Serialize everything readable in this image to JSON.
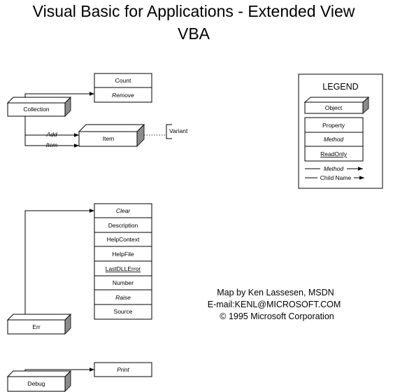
{
  "title_line1": "Visual Basic for Applications - Extended View",
  "title_line2": "VBA",
  "objects": {
    "collection": "Collection",
    "item": "Item",
    "err": "Err",
    "debug": "Debug"
  },
  "collection_members": {
    "count": "Count",
    "remove": "Remove"
  },
  "collection_arrows": {
    "add": "Add",
    "item": "Item"
  },
  "variant": "Variant",
  "err_members": {
    "clear": "Clear",
    "description": "Description",
    "helpcontext": "HelpContext",
    "helpfile": "HelpFile",
    "lastdllerror": "LastDLLError",
    "number": "Number",
    "raise": "Raise",
    "source": "Source"
  },
  "debug_members": {
    "print": "Print"
  },
  "legend": {
    "title": "LEGEND",
    "object": "Object",
    "property": "Property",
    "method": "Method",
    "readonly": "ReadOnly",
    "method_arrow": "Method",
    "child_arrow": "Child Name"
  },
  "credits": {
    "line1": "Map by Ken Lassesen, MSDN",
    "line2": "E-mail:KENL@MICROSOFT.COM",
    "line3": "© 1995 Microsoft Corporation"
  }
}
